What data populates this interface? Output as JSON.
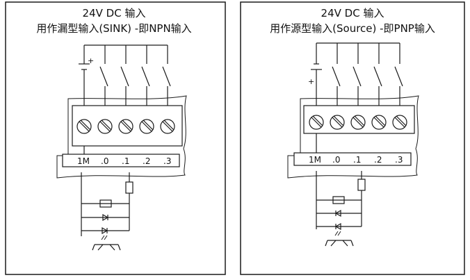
{
  "panels": [
    {
      "title_line1": "24V DC 输入",
      "title_line2": "用作漏型输入(SINK) -即NPN输入",
      "terminal_labels": [
        "1M",
        ".0",
        ".1",
        ".2",
        ".3"
      ],
      "supply_polarity": "+"
    },
    {
      "title_line1": "24V DC 输入",
      "title_line2": "用作源型输入(Source) -即PNP输入",
      "terminal_labels": [
        "1M",
        ".0",
        ".1",
        ".2",
        ".3"
      ],
      "supply_polarity": "+"
    }
  ]
}
